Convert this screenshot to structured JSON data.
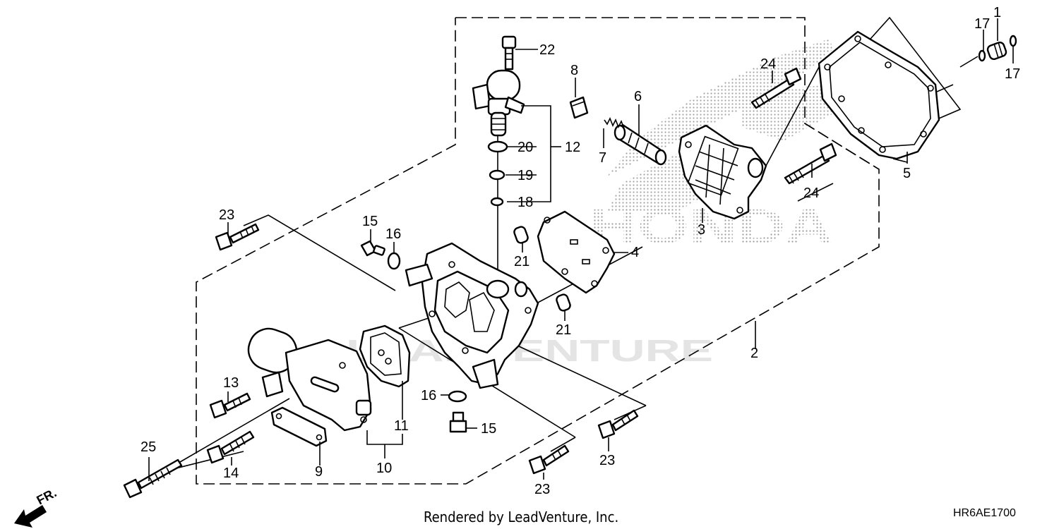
{
  "watermark": {
    "brand": "HONDA",
    "vendor": "LEADVENTURE"
  },
  "callouts": {
    "c1": "1",
    "c2": "2",
    "c3": "3",
    "c4": "4",
    "c5": "5",
    "c6": "6",
    "c7": "7",
    "c8": "8",
    "c9": "9",
    "c10": "10",
    "c11": "11",
    "c12": "12",
    "c13": "13",
    "c14": "14",
    "c15a": "15",
    "c15b": "15",
    "c16a": "16",
    "c16b": "16",
    "c17a": "17",
    "c17b": "17",
    "c18": "18",
    "c19": "19",
    "c20": "20",
    "c21a": "21",
    "c21b": "21",
    "c22": "22",
    "c23a": "23",
    "c23b": "23",
    "c23c": "23",
    "c24a": "24",
    "c24b": "24",
    "c25": "25"
  },
  "footer": {
    "credit": "Rendered by LeadVenture, Inc.",
    "diagram_code": "HR6AE1700",
    "front_label": "FR."
  }
}
